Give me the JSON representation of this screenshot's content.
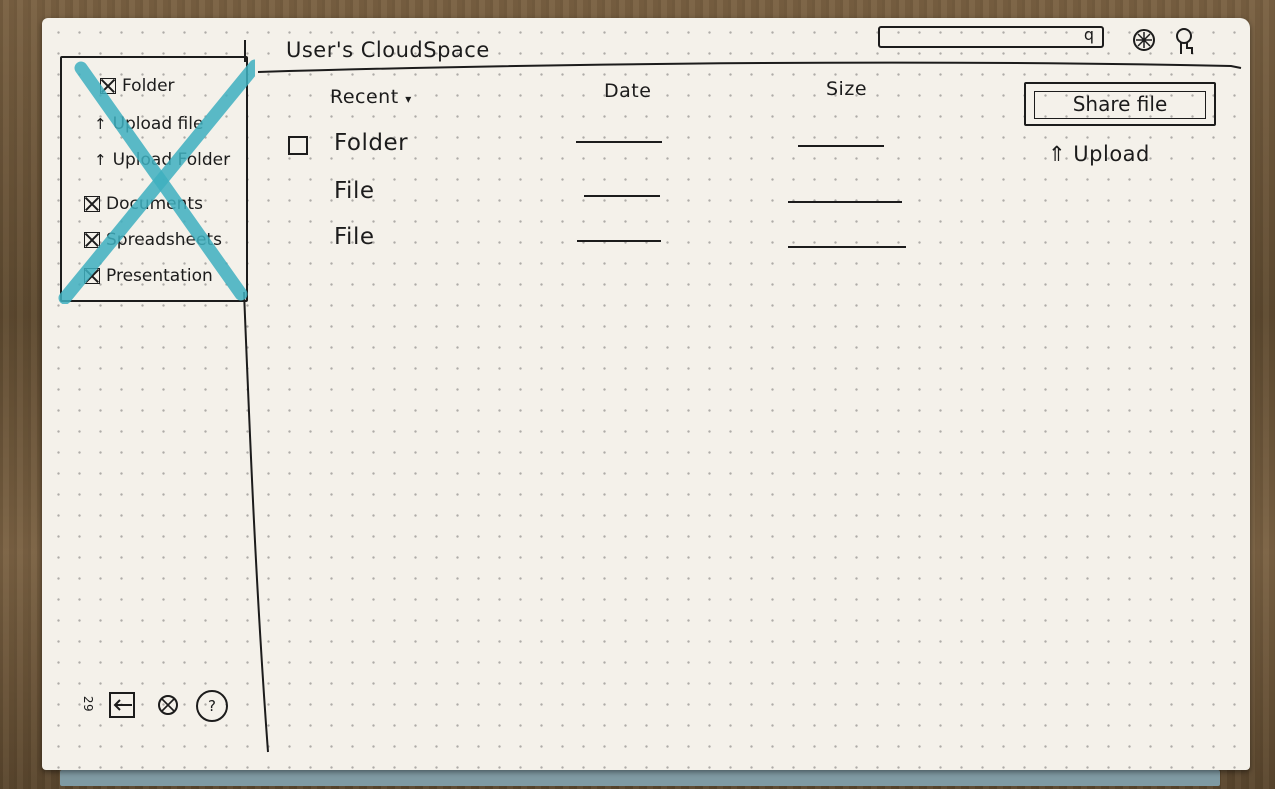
{
  "header": {
    "title": "User's CloudSpace",
    "search_icon": "search-icon",
    "search_glyph": "q",
    "settings_icon": "gear-icon",
    "profile_icon": "user-icon"
  },
  "sidebar": {
    "items": [
      {
        "label": "Folder",
        "icon": "folder-icon"
      },
      {
        "label": "Upload file",
        "icon": "arrow-up-icon"
      },
      {
        "label": "Upload Folder",
        "icon": "arrow-up-icon"
      },
      {
        "label": "Documents",
        "icon": "documents-icon"
      },
      {
        "label": "Spreadsheets",
        "icon": "spreadsheets-icon"
      },
      {
        "label": "Presentation",
        "icon": "presentation-icon"
      }
    ],
    "footer": {
      "page_number": "29",
      "icons": [
        "logout-icon",
        "settings-icon",
        "help-icon"
      ],
      "help_glyph": "?"
    }
  },
  "table": {
    "columns": {
      "name": "Recent",
      "date": "Date",
      "size": "Size"
    },
    "rows": [
      {
        "name": "Folder",
        "type": "folder"
      },
      {
        "name": "File",
        "type": "file"
      },
      {
        "name": "File",
        "type": "file"
      }
    ]
  },
  "actions": {
    "share_label": "Share file",
    "upload_label": "Upload",
    "upload_icon": "⇑"
  },
  "colors": {
    "paper": "#f4f1ea",
    "ink": "#1c1c1c",
    "cross_out": "#3fb0c0"
  }
}
